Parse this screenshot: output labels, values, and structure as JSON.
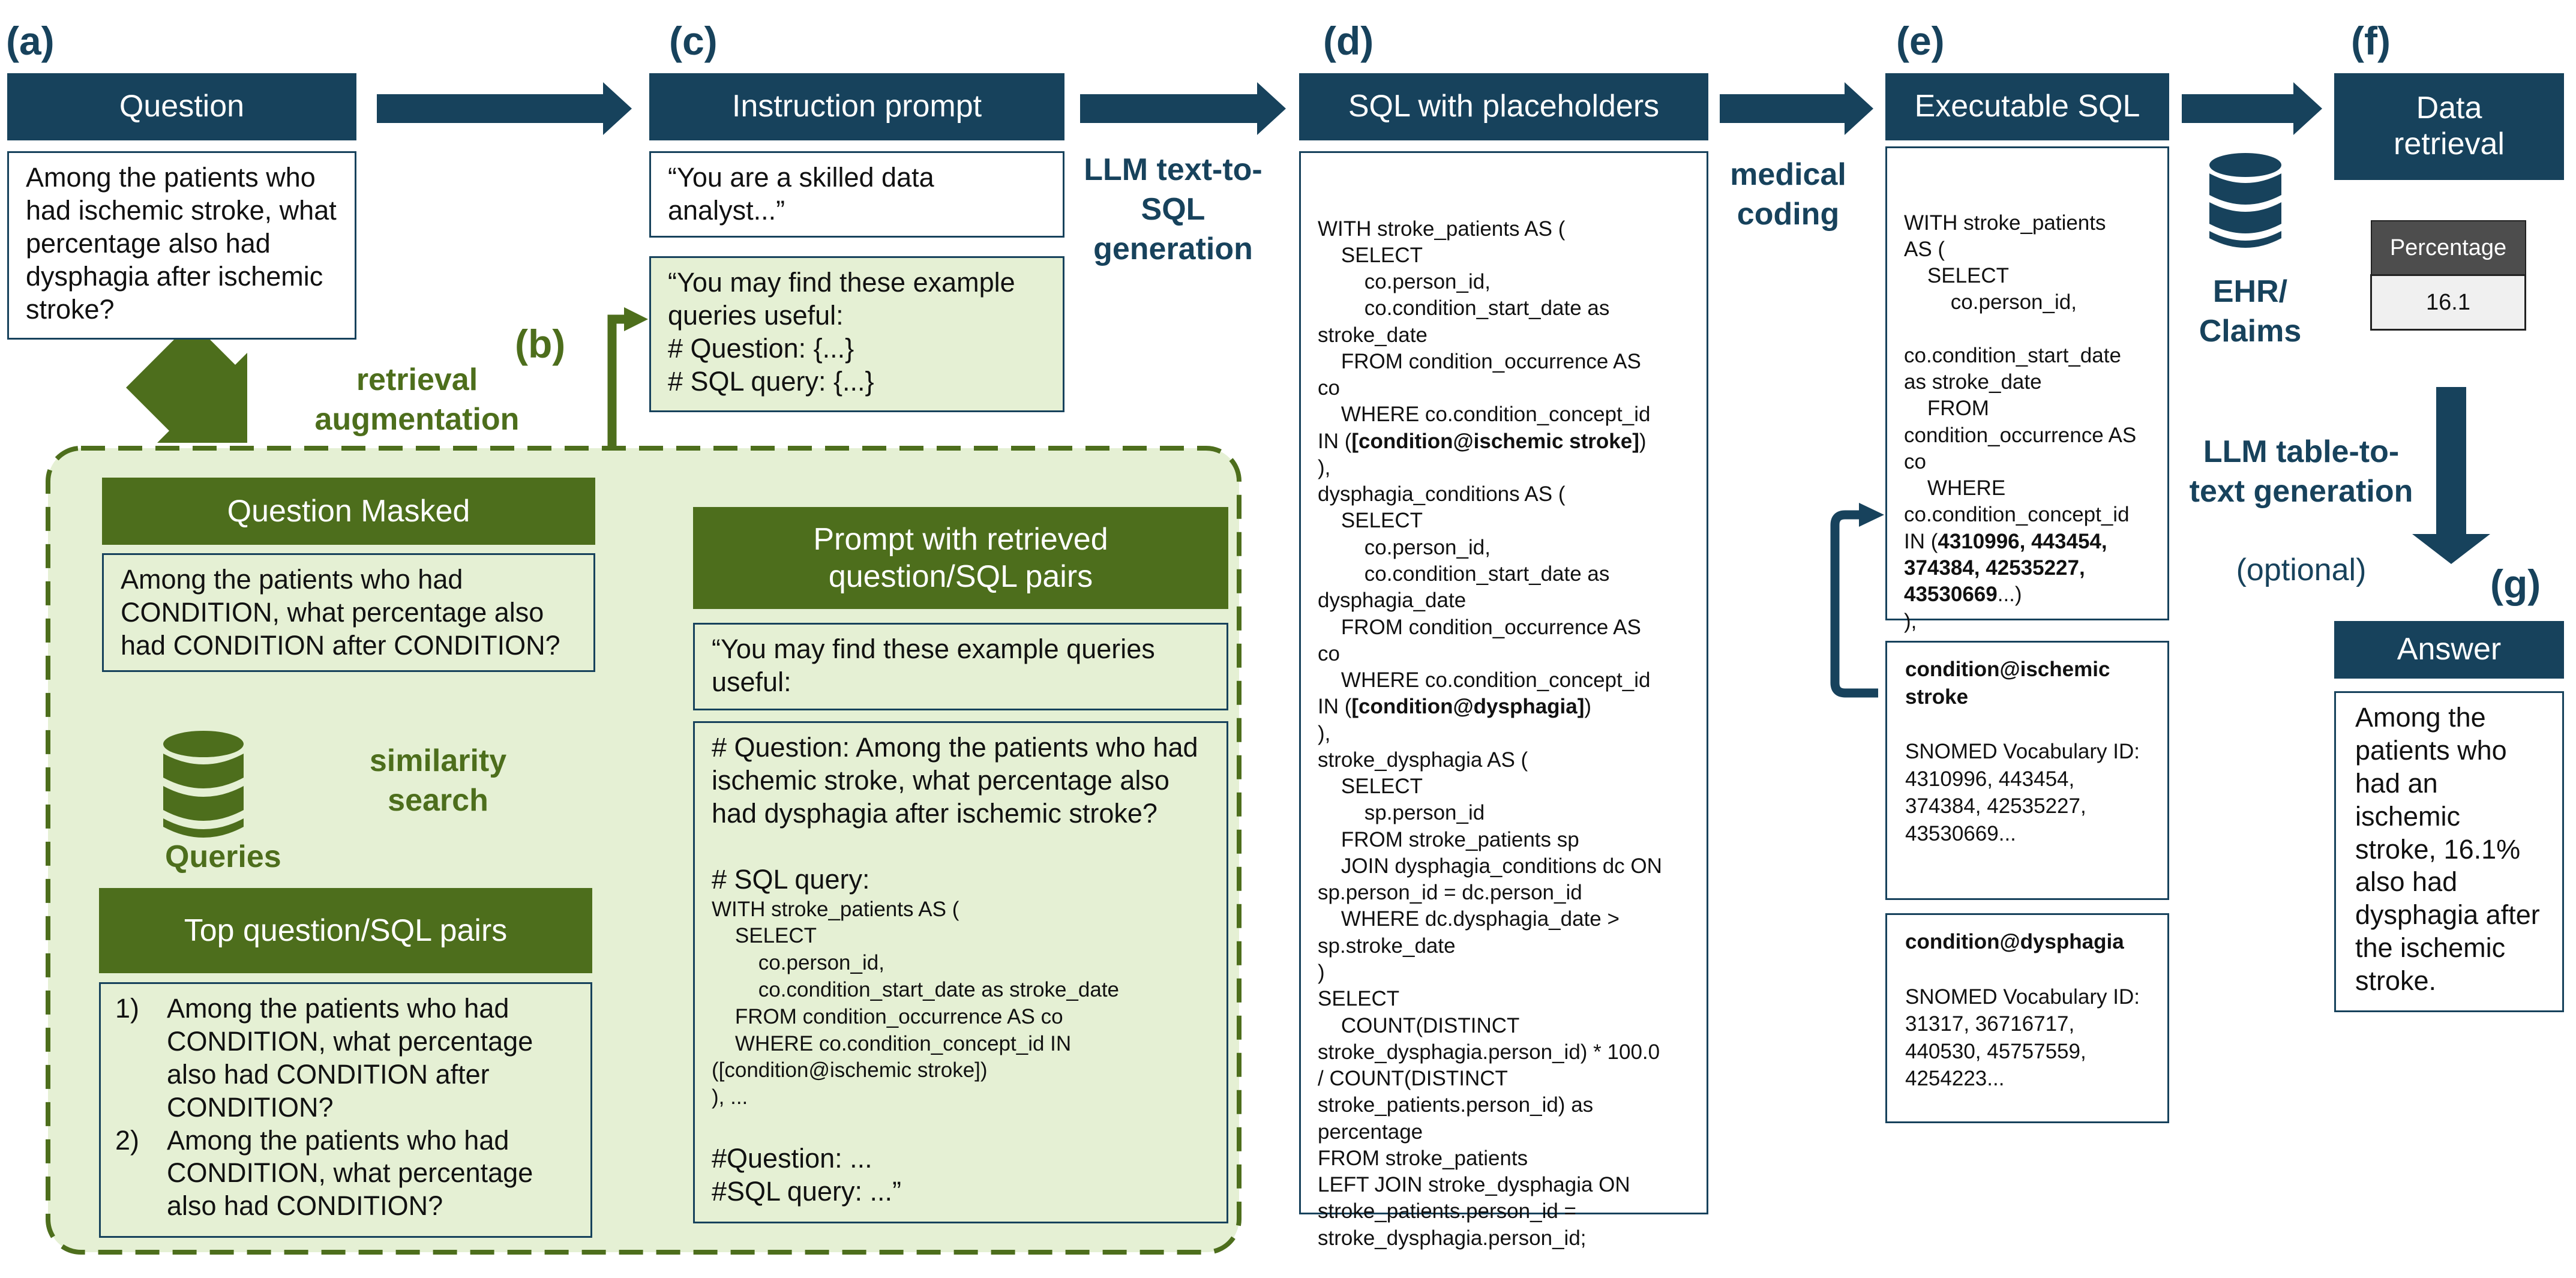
{
  "panels": {
    "a": "(a)",
    "b": "(b)",
    "c": "(c)",
    "d": "(d)",
    "e": "(e)",
    "f": "(f)",
    "g": "(g)"
  },
  "question": {
    "header": "Question",
    "text": "Among the patients who had ischemic stroke, what percentage also had dysphagia after ischemic stroke?"
  },
  "retrieval": {
    "label": "retrieval\naugmentation",
    "masked_header": "Question Masked",
    "masked_text": "Among the patients who had CONDITION, what percentage also had CONDITION after CONDITION?",
    "similarity_label": "similarity\nsearch",
    "db_label": "Queries",
    "top_header": "Top question/SQL pairs",
    "top_items": [
      {
        "num": "1)",
        "text": "Among the patients who had CONDITION, what percentage also had CONDITION after CONDITION?"
      },
      {
        "num": "2)",
        "text": "Among the patients who had CONDITION, what percentage also had CONDITION?"
      }
    ],
    "prompt_header": "Prompt with retrieved question/SQL pairs",
    "prompt_intro": "“You may find these example queries useful:",
    "prompt_question": "# Question: Among the patients who had ischemic stroke, what percentage also had dysphagia after ischemic stroke?",
    "prompt_sql_label": "# SQL query:",
    "prompt_sql": "WITH stroke_patients AS (\n    SELECT\n        co.person_id,\n        co.condition_start_date as stroke_date\n    FROM condition_occurrence AS co\n    WHERE co.condition_concept_id IN\n([condition@ischemic stroke])\n), ...",
    "prompt_tail": "#Question: ...\n#SQL query: ...”"
  },
  "instruction": {
    "header": "Instruction prompt",
    "text": "“You are a skilled data analyst...”",
    "examples": "“You may find these example queries useful:\n# Question: {...}\n# SQL query: {...}"
  },
  "llm_sql_label": "LLM\ntext-to-SQL\ngeneration",
  "placeholder_sql": {
    "header": "SQL with placeholders",
    "lines": [
      {
        "t": "WITH stroke_patients AS ("
      },
      {
        "t": "    SELECT"
      },
      {
        "t": "        co.person_id,"
      },
      {
        "t": "        co.condition_start_date as"
      },
      {
        "t": "stroke_date"
      },
      {
        "t": "    FROM condition_occurrence AS"
      },
      {
        "t": "co"
      },
      {
        "t": "    WHERE co.condition_concept_id"
      },
      {
        "t": "IN (",
        "b": "[condition@ischemic stroke]",
        "a": ")"
      },
      {
        "t": "),"
      },
      {
        "t": "dysphagia_conditions AS ("
      },
      {
        "t": "    SELECT"
      },
      {
        "t": "        co.person_id,"
      },
      {
        "t": "        co.condition_start_date as"
      },
      {
        "t": "dysphagia_date"
      },
      {
        "t": "    FROM condition_occurrence AS"
      },
      {
        "t": "co"
      },
      {
        "t": "    WHERE co.condition_concept_id"
      },
      {
        "t": "IN (",
        "b": "[condition@dysphagia]",
        "a": ")"
      },
      {
        "t": "),"
      },
      {
        "t": "stroke_dysphagia AS ("
      },
      {
        "t": "    SELECT"
      },
      {
        "t": "        sp.person_id"
      },
      {
        "t": "    FROM stroke_patients sp"
      },
      {
        "t": "    JOIN dysphagia_conditions dc ON"
      },
      {
        "t": "sp.person_id = dc.person_id"
      },
      {
        "t": "    WHERE dc.dysphagia_date >"
      },
      {
        "t": "sp.stroke_date"
      },
      {
        "t": ")"
      },
      {
        "t": "SELECT"
      },
      {
        "t": "    COUNT(DISTINCT"
      },
      {
        "t": "stroke_dysphagia.person_id) * 100.0"
      },
      {
        "t": "/ COUNT(DISTINCT"
      },
      {
        "t": "stroke_patients.person_id) as"
      },
      {
        "t": "percentage"
      },
      {
        "t": "FROM stroke_patients"
      },
      {
        "t": "LEFT JOIN stroke_dysphagia ON"
      },
      {
        "t": "stroke_patients.person_id ="
      },
      {
        "t": "stroke_dysphagia.person_id;"
      }
    ]
  },
  "medical_coding_label": "medical\ncoding",
  "executable_sql": {
    "header": "Executable SQL",
    "lines": [
      {
        "t": "WITH stroke_patients"
      },
      {
        "t": "AS ("
      },
      {
        "t": "    SELECT"
      },
      {
        "t": "        co.person_id,"
      },
      {
        "t": " "
      },
      {
        "t": "co.condition_start_date"
      },
      {
        "t": "as stroke_date"
      },
      {
        "t": "    FROM"
      },
      {
        "t": "condition_occurrence AS"
      },
      {
        "t": "co"
      },
      {
        "t": "    WHERE"
      },
      {
        "t": "co.condition_concept_id"
      },
      {
        "t": "IN (",
        "b": "4310996, 443454,"
      },
      {
        "b": "374384, 42535227,"
      },
      {
        "b": "43530669",
        "a": "...)"
      },
      {
        "t": "),"
      },
      {
        "t": "..."
      }
    ]
  },
  "vocab": [
    {
      "title": "condition@ischemic stroke",
      "label": "SNOMED Vocabulary ID:",
      "ids": "4310996, 443454, 374384, 42535227, 43530669..."
    },
    {
      "title": "condition@dysphagia",
      "label": "SNOMED Vocabulary ID:",
      "ids": "31317, 36716717, 440530, 45757559, 4254223..."
    }
  ],
  "ehr_label": "EHR/\nClaims",
  "data_retrieval": {
    "header": "Data\nretrieval",
    "table_header": "Percentage",
    "table_value": "16.1"
  },
  "llm_text_label": "LLM\ntable-to-text\ngeneration",
  "optional_label": "(optional)",
  "answer": {
    "header": "Answer",
    "text": "Among the patients who had an ischemic stroke, 16.1% also had dysphagia after the ischemic stroke."
  },
  "colors": {
    "navy": "#17425c",
    "green": "#4d6e1c",
    "light_green": "#e5f0d4"
  }
}
